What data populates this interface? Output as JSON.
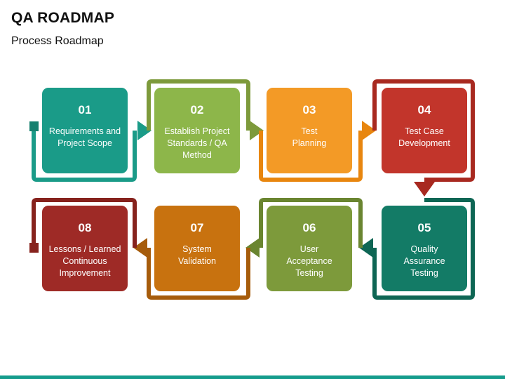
{
  "title": "QA ROADMAP",
  "subtitle": "Process Roadmap",
  "colors": {
    "accent_bar": "#159c8c",
    "step_01": "#1a9b88",
    "step_02": "#8db64a",
    "step_03": "#f39a26",
    "step_04": "#c2352b",
    "step_05": "#137b66",
    "step_06": "#7d9a3b",
    "step_07": "#c8720f",
    "step_08": "#9e2a26"
  },
  "steps": [
    {
      "number": "01",
      "label": "Requirements and Project Scope"
    },
    {
      "number": "02",
      "label": "Establish Project Standards / QA Method"
    },
    {
      "number": "03",
      "label": "Test Planning"
    },
    {
      "number": "04",
      "label": "Test Case Development"
    },
    {
      "number": "05",
      "label": "Quality Assurance Testing"
    },
    {
      "number": "06",
      "label": "User Acceptance Testing"
    },
    {
      "number": "07",
      "label": "System Validation"
    },
    {
      "number": "08",
      "label": "Lessons / Learned Continuous Improvement"
    }
  ]
}
